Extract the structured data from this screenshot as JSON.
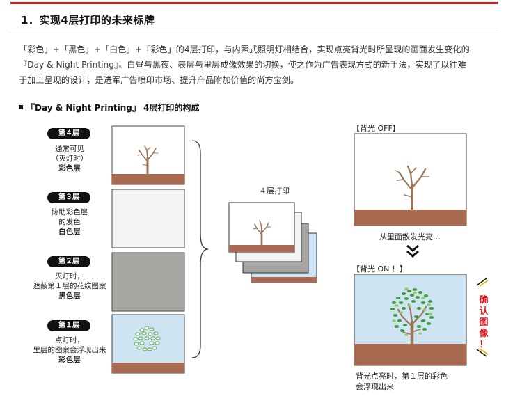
{
  "header": {
    "title": "1．实现4层打印的未来标牌"
  },
  "intro": {
    "line1": "「彩色」+「黑色」+「白色」+「彩色」的4层打印，与内照式照明灯相结合，实现点亮背光时所呈现的画面发生变化的",
    "line2": "『Day & Night Printing』。白昼与黑夜、表层与里层成像效果的切换，使之作为广告表现方式的新手法，实现了以往难",
    "line3": "于加工呈现的设计，是进军广告喷印市场、提升产品附加价值的尚方宝剑。"
  },
  "section": {
    "heading": "『Day & Night Printing』 4层打印的构成"
  },
  "layers": [
    {
      "tag": "第４层",
      "line1": "通常可见",
      "line2": "（灭灯时）",
      "name": "彩色层"
    },
    {
      "tag": "第３层",
      "line1": "协助彩色层",
      "line2": "的发色",
      "name": "白色层"
    },
    {
      "tag": "第２层",
      "line1": "灭灯时，",
      "line2": "遮蔽第１层的花纹图案",
      "name": "黑色层"
    },
    {
      "tag": "第１层",
      "line1": "点灯时，",
      "line2": "里层的图案会浮现出来",
      "name": "彩色层"
    }
  ],
  "stack": {
    "label": "４层打印"
  },
  "right": {
    "off_label": "【背光 OFF】",
    "off_caption": "从里面散发光亮…",
    "on_label": "【背光 ON ！】",
    "on_caption_1": "背光点亮时，第１层的彩色",
    "on_caption_2": "会浮现出来",
    "confirm": [
      "确",
      "认",
      "图",
      "像",
      "！"
    ]
  },
  "colors": {
    "accent_red": "#cf1f1f",
    "ground_brown": "#a86b52",
    "trunk_brown": "#9a7357",
    "black_layer_gray": "#a7a6a2",
    "white_layer": "#f3f3f3",
    "sky_blue": "#cfe4f3",
    "leaf_green": "#3f9d3b"
  }
}
